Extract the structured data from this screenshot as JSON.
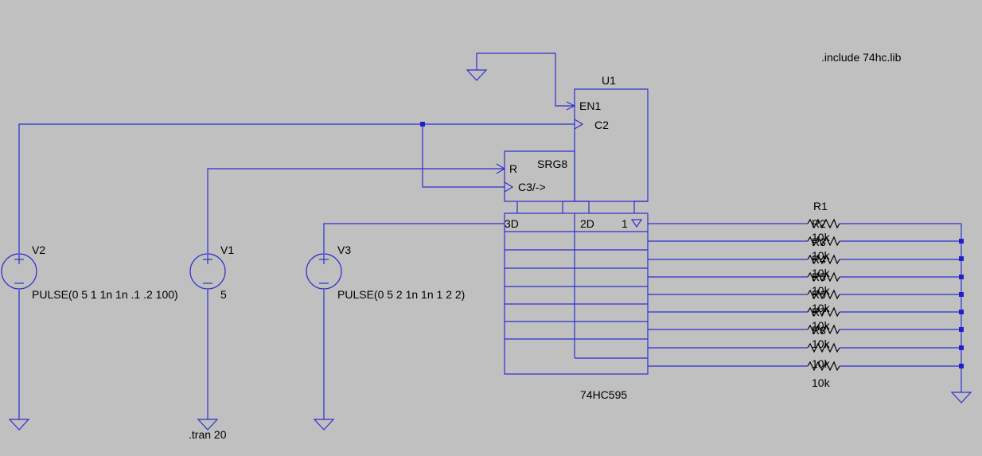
{
  "directives": {
    "include": ".include 74hc.lib",
    "tran": ".tran 20"
  },
  "sources": [
    {
      "name": "V2",
      "value": "PULSE(0 5 1 1n 1n .1 .2 100)"
    },
    {
      "name": "V1",
      "value": "5"
    },
    {
      "name": "V3",
      "value": "PULSE(0 5 2 1n 1n 1 2 2)"
    }
  ],
  "ic": {
    "name": "U1",
    "part": "74HC595",
    "block": "SRG8",
    "pins": {
      "en": "EN1",
      "clk2": "C2",
      "reset": "R",
      "clk3": "C3/->",
      "data3": "3D",
      "data2": "2D",
      "out": "1"
    }
  },
  "resistors": [
    {
      "name": "R1",
      "value": "10k"
    },
    {
      "name": "R2",
      "value": "10k"
    },
    {
      "name": "R3",
      "value": "10k"
    },
    {
      "name": "R4",
      "value": "10k"
    },
    {
      "name": "R5",
      "value": "10k"
    },
    {
      "name": "R6",
      "value": "10k"
    },
    {
      "name": "R7",
      "value": "10k"
    },
    {
      "name": "R8",
      "value": "10k"
    }
  ],
  "colors": {
    "background": "#c0c0c0",
    "wire": "#2e2ed0",
    "junction": "#1f1fcc",
    "component": "#000000"
  }
}
